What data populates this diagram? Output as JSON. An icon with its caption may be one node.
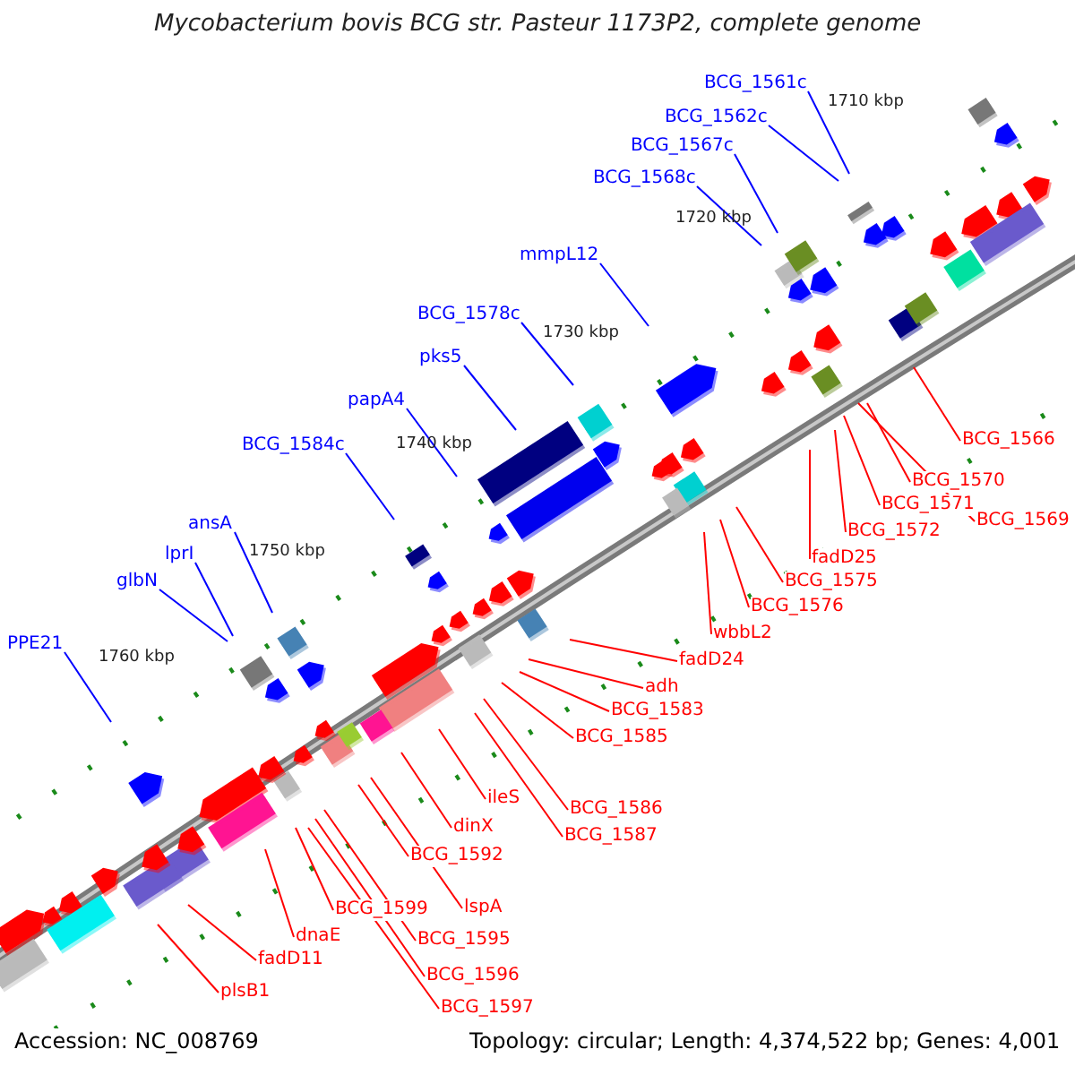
{
  "diagram": {
    "title": "Mycobacterium bovis BCG str. Pasteur 1173P2, complete genome",
    "nodes": [
      {
        "text": [
          "BCG_1561c"
        ]
      },
      {
        "text": [
          "BCG_1562c"
        ]
      },
      {
        "text": [
          "BCG_1567c"
        ]
      },
      {
        "text": [
          "BCG_1568c"
        ]
      },
      {
        "text": [
          "mmpL12"
        ]
      },
      {
        "text": [
          "BCG_1578c"
        ]
      },
      {
        "text": [
          "pks5"
        ]
      },
      {
        "text": [
          "papA4"
        ]
      },
      {
        "text": [
          "BCG_1584c"
        ]
      },
      {
        "text": [
          "ansA"
        ]
      },
      {
        "text": [
          "lprI"
        ]
      },
      {
        "text": [
          "glbN"
        ]
      },
      {
        "text": [
          "PPE21"
        ]
      },
      {
        "text": [
          "BCG_1566"
        ]
      },
      {
        "text": [
          "BCG_1570"
        ]
      },
      {
        "text": [
          "BCG_1571"
        ]
      },
      {
        "text": [
          "BCG_1569"
        ]
      },
      {
        "text": [
          "BCG_1572"
        ]
      },
      {
        "text": [
          "fadD25"
        ]
      },
      {
        "text": [
          "BCG_1575"
        ]
      },
      {
        "text": [
          "BCG_1576"
        ]
      },
      {
        "text": [
          "wbbL2"
        ]
      },
      {
        "text": [
          "fadD24"
        ]
      },
      {
        "text": [
          "adh"
        ]
      },
      {
        "text": [
          "BCG_1583"
        ]
      },
      {
        "text": [
          "BCG_1585"
        ]
      },
      {
        "text": [
          "ileS"
        ]
      },
      {
        "text": [
          "BCG_1586"
        ]
      },
      {
        "text": [
          "BCG_1587"
        ]
      },
      {
        "text": [
          "dinX"
        ]
      },
      {
        "text": [
          "BCG_1592"
        ]
      },
      {
        "text": [
          "lspA"
        ]
      },
      {
        "text": [
          "BCG_1599"
        ]
      },
      {
        "text": [
          "BCG_1595"
        ]
      },
      {
        "text": [
          "dnaE"
        ]
      },
      {
        "text": [
          "BCG_1596"
        ]
      },
      {
        "text": [
          "fadD11"
        ]
      },
      {
        "text": [
          "BCG_1597"
        ]
      },
      {
        "text": [
          "plsB1"
        ]
      }
    ],
    "edges": [
      {
        "from": 0,
        "to": null,
        "arrow": "none",
        "color": "#0000ff"
      },
      {
        "from": 1,
        "to": null,
        "arrow": "none",
        "color": "#0000ff"
      },
      {
        "from": 2,
        "to": null,
        "arrow": "none",
        "color": "#0000ff"
      },
      {
        "from": 3,
        "to": null,
        "arrow": "none",
        "color": "#0000ff"
      },
      {
        "from": 4,
        "to": null,
        "arrow": "none",
        "color": "#0000ff"
      },
      {
        "from": 5,
        "to": null,
        "arrow": "none",
        "color": "#0000ff"
      },
      {
        "from": 6,
        "to": null,
        "arrow": "none",
        "color": "#0000ff"
      },
      {
        "from": 7,
        "to": null,
        "arrow": "none",
        "color": "#0000ff"
      },
      {
        "from": 8,
        "to": null,
        "arrow": "none",
        "color": "#0000ff"
      },
      {
        "from": 9,
        "to": null,
        "arrow": "none",
        "color": "#0000ff"
      },
      {
        "from": 10,
        "to": null,
        "arrow": "none",
        "color": "#0000ff"
      },
      {
        "from": 11,
        "to": null,
        "arrow": "none",
        "color": "#0000ff"
      },
      {
        "from": 12,
        "to": null,
        "arrow": "none",
        "color": "#0000ff"
      },
      {
        "from": 13,
        "to": null,
        "arrow": "none"
      },
      {
        "from": 14,
        "to": null,
        "arrow": "none"
      },
      {
        "from": 15,
        "to": null,
        "arrow": "none"
      },
      {
        "from": 16,
        "to": null,
        "arrow": "none"
      },
      {
        "from": 17,
        "to": null,
        "arrow": "none"
      },
      {
        "from": 18,
        "to": null,
        "arrow": "none"
      },
      {
        "from": 19,
        "to": null,
        "arrow": "none"
      },
      {
        "from": 20,
        "to": null,
        "arrow": "none"
      },
      {
        "from": 21,
        "to": null,
        "arrow": "none"
      },
      {
        "from": 22,
        "to": null,
        "arrow": "none"
      },
      {
        "from": 23,
        "to": null,
        "arrow": "none"
      },
      {
        "from": 24,
        "to": null,
        "arrow": "none"
      },
      {
        "from": 25,
        "to": null,
        "arrow": "none"
      },
      {
        "from": 26,
        "to": null,
        "arrow": "none"
      },
      {
        "from": 27,
        "to": null,
        "arrow": "none"
      },
      {
        "from": 28,
        "to": null,
        "arrow": "none"
      },
      {
        "from": 29,
        "to": null,
        "arrow": "none"
      },
      {
        "from": 30,
        "to": null,
        "arrow": "none"
      },
      {
        "from": 31,
        "to": null,
        "arrow": "none"
      },
      {
        "from": 32,
        "to": null,
        "arrow": "none"
      },
      {
        "from": 33,
        "to": null,
        "arrow": "none"
      },
      {
        "from": 34,
        "to": null,
        "arrow": "none"
      },
      {
        "from": 35,
        "to": null,
        "arrow": "none"
      },
      {
        "from": 36,
        "to": null,
        "arrow": "none"
      },
      {
        "from": 37,
        "to": null,
        "arrow": "none"
      },
      {
        "from": 38,
        "to": null,
        "arrow": "none"
      }
    ],
    "labels": [
      "1710 kbp",
      "1720 kbp",
      "1730 kbp",
      "1740 kbp",
      "1750 kbp",
      "1760 kbp",
      "Accession: NC_008769",
      "Topology: circular; Length: 4,374,522 bp; Genes: 4,001"
    ]
  }
}
